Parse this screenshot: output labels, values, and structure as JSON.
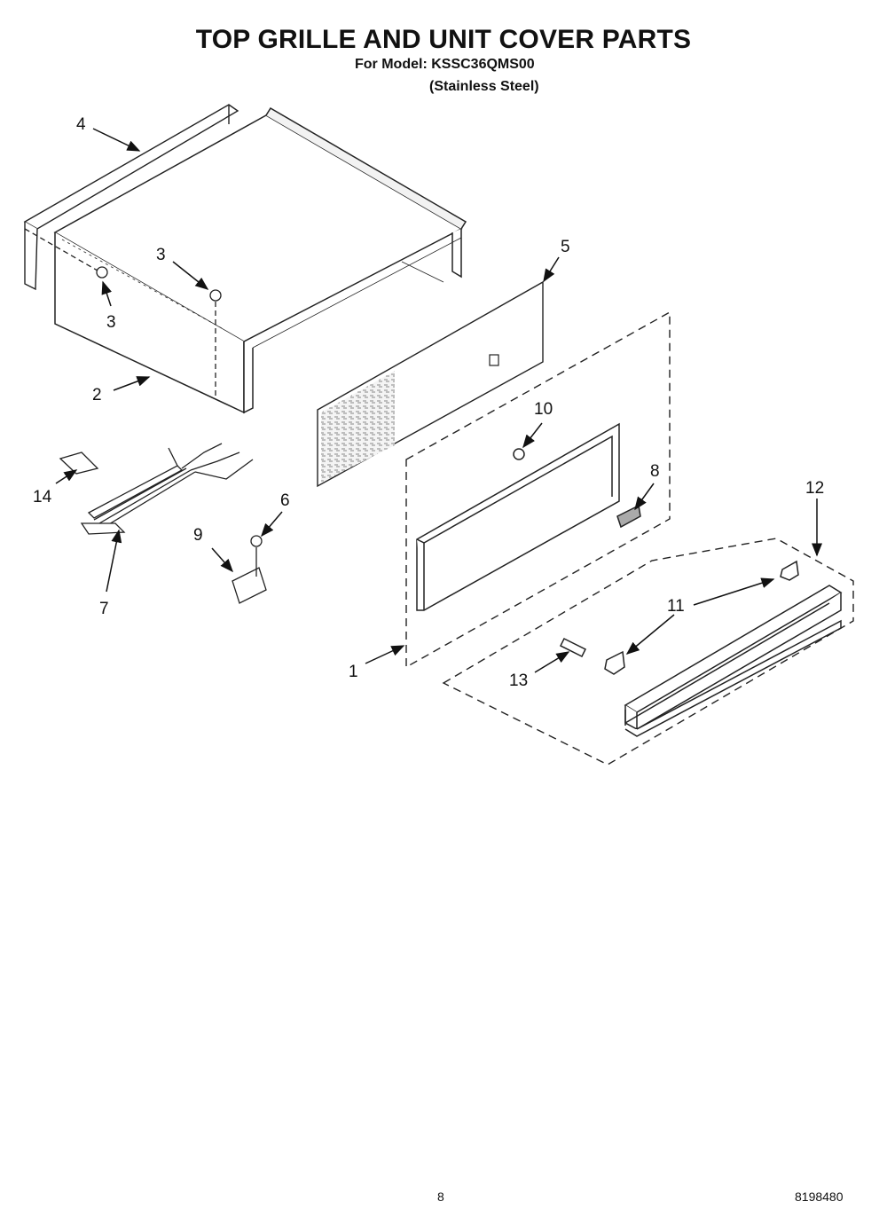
{
  "header": {
    "title": "TOP GRILLE AND UNIT COVER PARTS",
    "model_line": "For Model: KSSC36QMS00",
    "variant_line": "(Stainless Steel)"
  },
  "callouts": {
    "c1": "1",
    "c2": "2",
    "c3a": "3",
    "c3b": "3",
    "c4": "4",
    "c5": "5",
    "c6": "6",
    "c7": "7",
    "c8": "8",
    "c9": "9",
    "c10": "10",
    "c11": "11",
    "c12": "12",
    "c13": "13",
    "c14": "14"
  },
  "footer": {
    "page_number": "8",
    "document_code": "8198480"
  }
}
